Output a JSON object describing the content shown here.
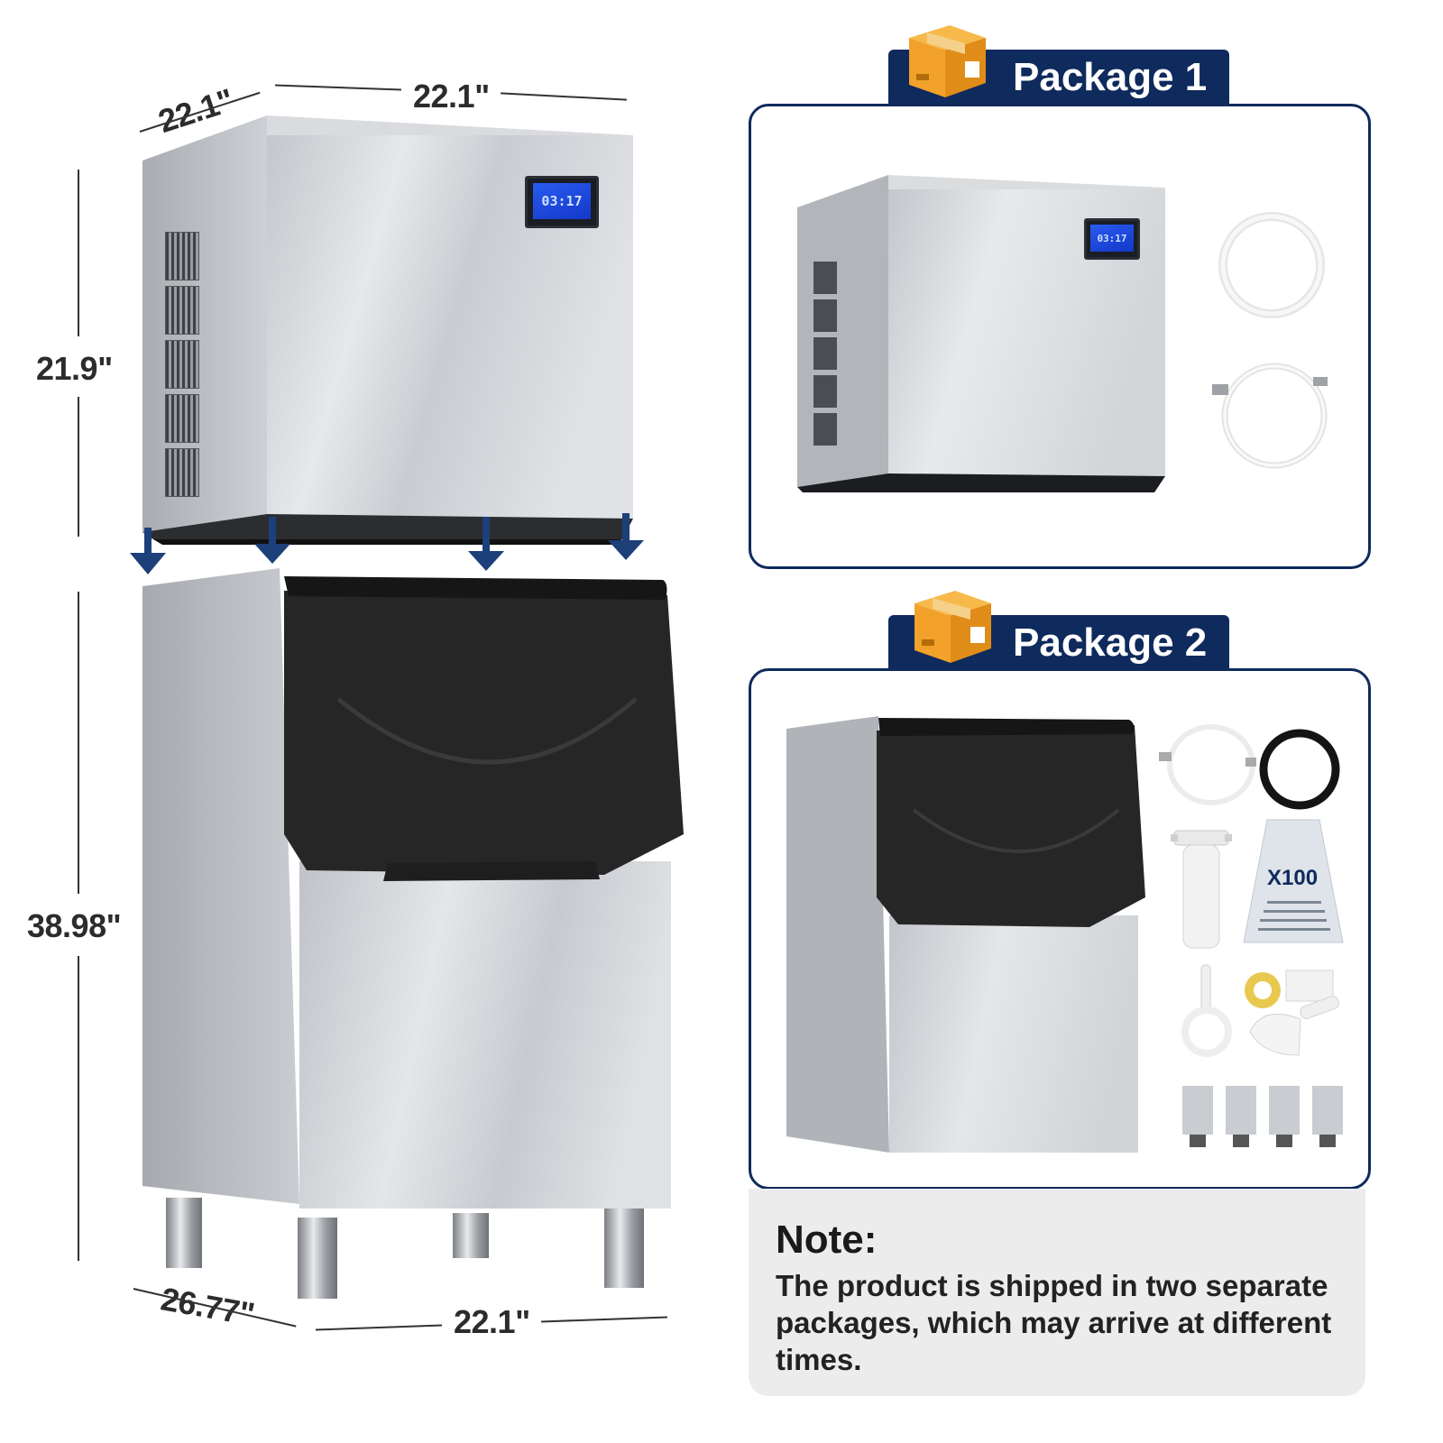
{
  "dimensions": {
    "top_depth": "22.1\"",
    "top_width": "22.1\"",
    "top_height": "21.9\"",
    "bin_height": "38.98\"",
    "bottom_depth": "26.77\"",
    "bottom_width": "22.1\""
  },
  "lcd_display": "03:17",
  "packages": [
    {
      "label": "Package 1"
    },
    {
      "label": "Package 2"
    }
  ],
  "ice_bag": {
    "count_label": "X100"
  },
  "note": {
    "title": "Note:",
    "lines": [
      "The product is shipped in two separate",
      "packages, which may arrive at different",
      "times."
    ]
  },
  "colors": {
    "navy": "#0f2a5c",
    "box_orange": "#f2a12a",
    "note_bg": "#ececec",
    "arrow_blue": "#1d3f7a"
  }
}
